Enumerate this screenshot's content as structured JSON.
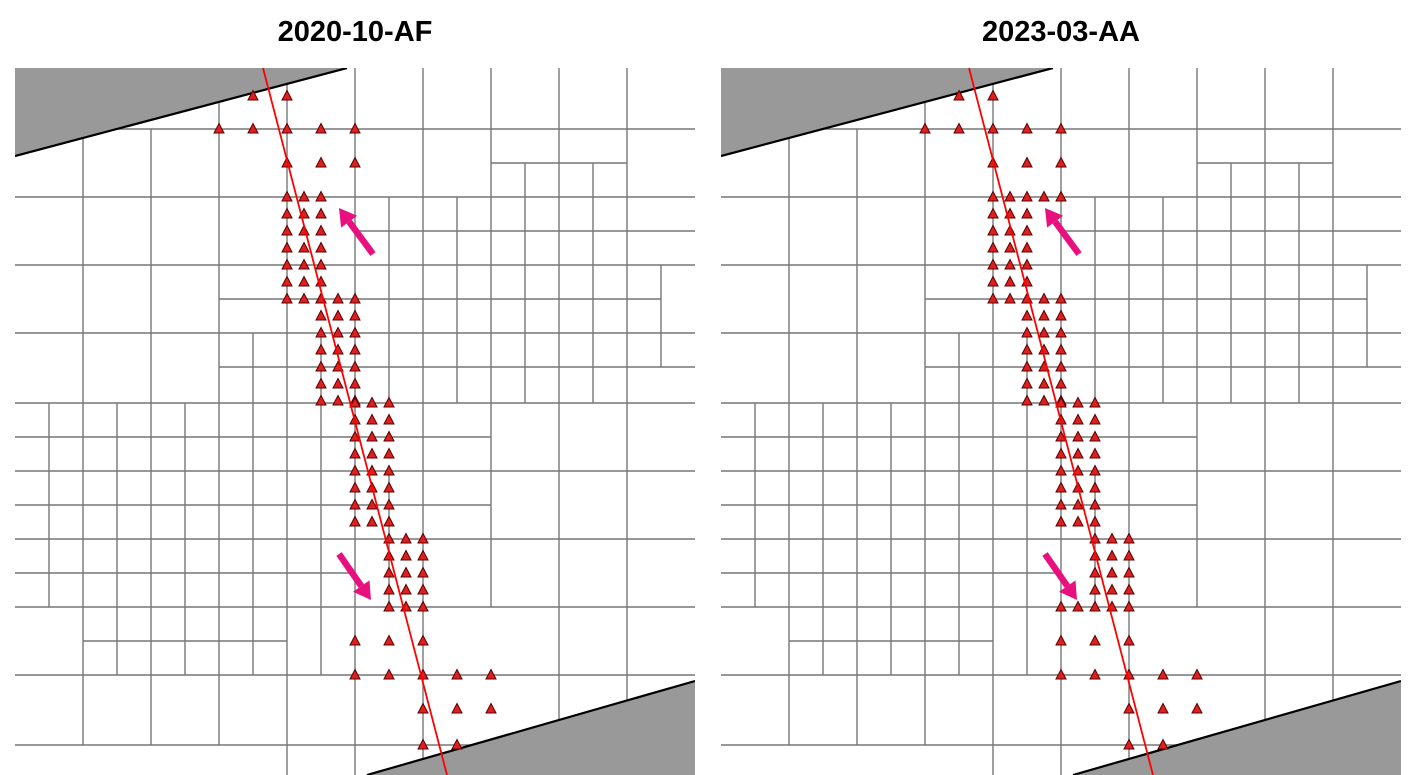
{
  "panels": [
    {
      "title": "2020-10-AF",
      "variant": "af"
    },
    {
      "title": "2023-03-AA",
      "variant": "aa"
    }
  ],
  "colors": {
    "grid_line": "#777777",
    "boundary_fill": "#999999",
    "boundary_edge": "#000000",
    "trace_line": "#ff0000",
    "marker_fill": "#dd1f1f",
    "marker_edge": "#5a0000",
    "arrow": "#e8107f",
    "background": "#ffffff"
  },
  "icons": {
    "marker": "triangle-marker-icon",
    "arrow": "arrow-icon"
  }
}
